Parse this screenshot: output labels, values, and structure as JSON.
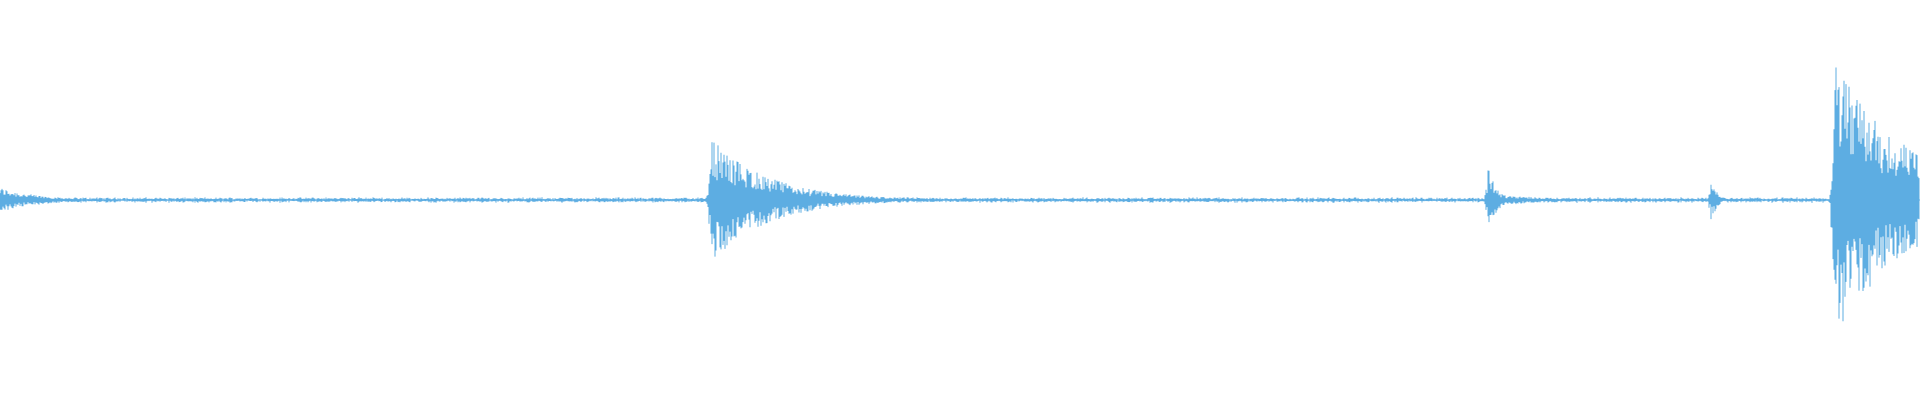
{
  "waveform": {
    "color": "#5dade2",
    "background": "#ffffff",
    "baseline_amplitude": 0.015,
    "events": [
      {
        "name": "onset-burst",
        "position": 0.0,
        "peak": 0.09,
        "decay": 0.02
      },
      {
        "name": "burst-1",
        "position": 0.37,
        "peak": 0.45,
        "decay": 0.03
      },
      {
        "name": "click-1",
        "position": 0.775,
        "peak": 0.28,
        "decay": 0.004
      },
      {
        "name": "tail-1",
        "position": 0.78,
        "peak": 0.04,
        "decay": 0.03
      },
      {
        "name": "click-2",
        "position": 0.891,
        "peak": 0.17,
        "decay": 0.003
      },
      {
        "name": "burst-2",
        "position": 0.955,
        "peak": 1.0,
        "decay": 0.04
      }
    ]
  }
}
